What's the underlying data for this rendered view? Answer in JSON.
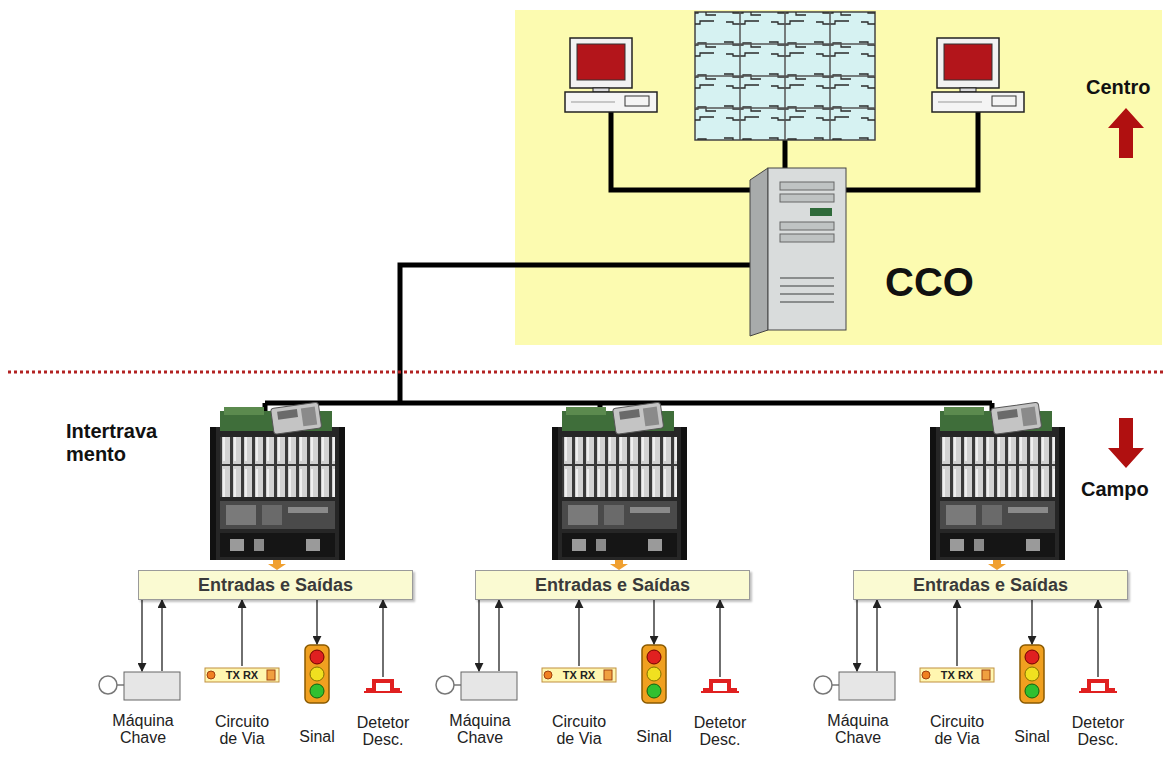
{
  "diagram": {
    "nodes": [
      {
        "text": [
          "CCO"
        ]
      },
      {
        "text": [
          "Entradas e Saídas"
        ]
      },
      {
        "text": [
          "Entradas e Saídas"
        ]
      },
      {
        "text": [
          "Entradas e Saídas"
        ]
      },
      {
        "text": [
          "Máquina Chave"
        ]
      },
      {
        "text": [
          "TX RX",
          "Circuito de Via"
        ]
      },
      {
        "text": [
          "Sinal"
        ]
      },
      {
        "text": [
          "Detetor Desc."
        ]
      },
      {
        "text": [
          "Máquina Chave"
        ]
      },
      {
        "text": [
          "TX RX",
          "Circuito de Via"
        ]
      },
      {
        "text": [
          "Sinal"
        ]
      },
      {
        "text": [
          "Detetor Desc."
        ]
      },
      {
        "text": [
          "Máquina Chave"
        ]
      },
      {
        "text": [
          "TX RX",
          "Circuito de Via"
        ]
      },
      {
        "text": [
          "Sinal"
        ]
      },
      {
        "text": [
          "Detetor Desc."
        ]
      }
    ],
    "edges": [
      {
        "from": 1,
        "to": 4,
        "arrow": "to"
      },
      {
        "from": 4,
        "to": 1,
        "arrow": "to"
      },
      {
        "from": 5,
        "to": 1,
        "arrow": "to"
      },
      {
        "from": 1,
        "to": 6,
        "arrow": "to"
      },
      {
        "from": 7,
        "to": 1,
        "arrow": "to"
      },
      {
        "from": 2,
        "to": 8,
        "arrow": "to"
      },
      {
        "from": 8,
        "to": 2,
        "arrow": "to"
      },
      {
        "from": 9,
        "to": 2,
        "arrow": "to"
      },
      {
        "from": 2,
        "to": 10,
        "arrow": "to"
      },
      {
        "from": 11,
        "to": 2,
        "arrow": "to"
      },
      {
        "from": 3,
        "to": 12,
        "arrow": "to"
      },
      {
        "from": 12,
        "to": 3,
        "arrow": "to"
      },
      {
        "from": 13,
        "to": 3,
        "arrow": "to"
      },
      {
        "from": 3,
        "to": 14,
        "arrow": "to"
      },
      {
        "from": 15,
        "to": 3,
        "arrow": "to"
      }
    ],
    "labels": [
      "Centro",
      "Campo",
      "Intertrava mento"
    ]
  }
}
